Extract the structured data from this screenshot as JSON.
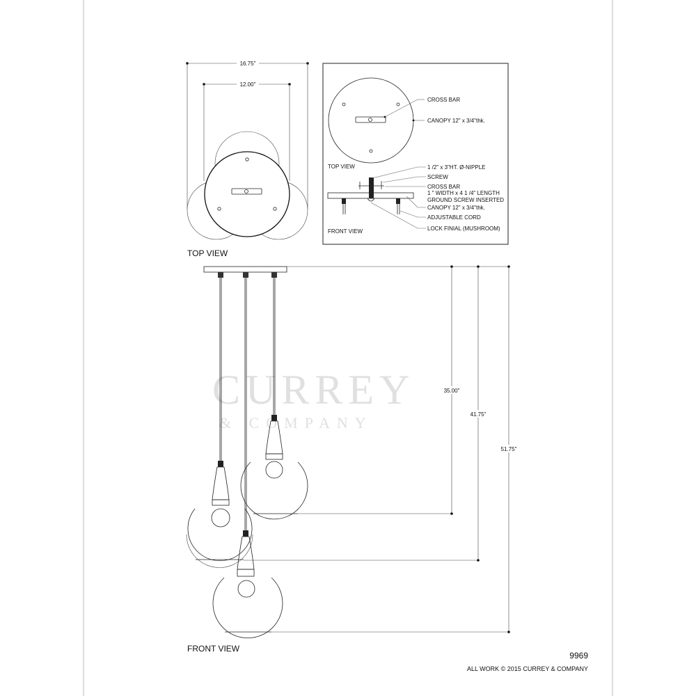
{
  "top_view": {
    "label": "TOP VIEW",
    "dim_outer": "16.75\"",
    "dim_inner": "12.00\""
  },
  "detail": {
    "top_view_label": "TOP VIEW",
    "front_view_label": "FRONT VIEW",
    "callouts": {
      "cross_bar_top": "CROSS BAR",
      "canopy_top": "CANOPY 12\" x 3/4\"thk.",
      "nipple": "1 /2\" x 3\"HT. Ø-NIPPLE",
      "screw": "SCREW",
      "cross_bar_front_1": "CROSS BAR",
      "cross_bar_front_2": "1 \" WIDTH x 4 1 /4\" LENGTH",
      "cross_bar_front_3": "GROUND SCREW INSERTED",
      "canopy_front": "CANOPY 12\" x 3/4\"thk.",
      "cord": "ADJUSTABLE CORD",
      "finial": "LOCK FINIAL (MUSHROOM)"
    }
  },
  "front_view": {
    "label": "FRONT VIEW",
    "dims": [
      "35.00\"",
      "41.75\"",
      "51.75\""
    ]
  },
  "watermark": {
    "line1": "CURREY",
    "line2": "& COMPANY"
  },
  "footer": {
    "item_number": "9969",
    "copyright": "ALL WORK © 2015 CURREY & COMPANY"
  }
}
